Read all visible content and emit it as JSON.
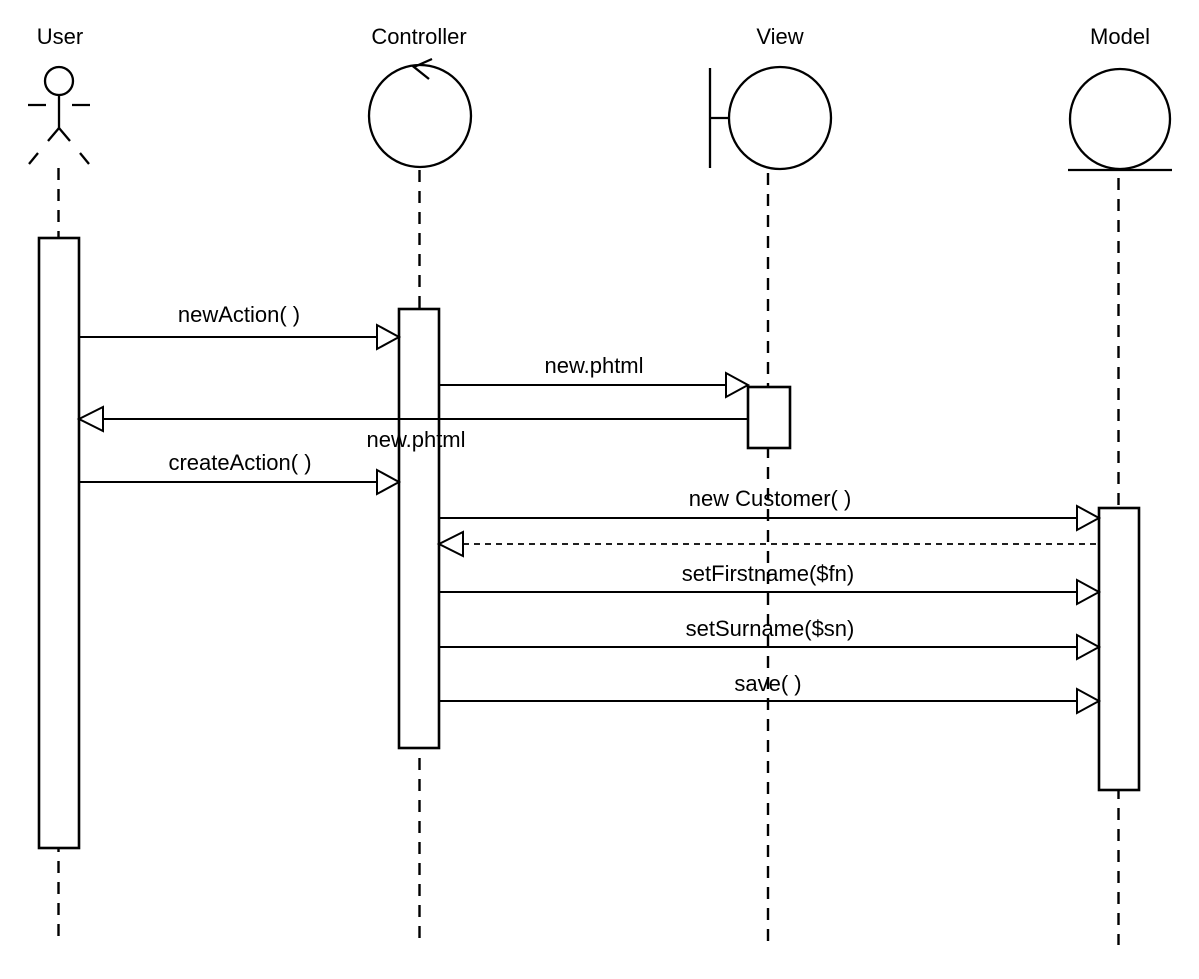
{
  "diagram": {
    "type": "uml-sequence-diagram",
    "colors": {
      "stroke": "#000000",
      "background": "#ffffff",
      "activation_fill": "#ffffff"
    },
    "participants": [
      {
        "name": "User",
        "icon": "actor-icon"
      },
      {
        "name": "Controller",
        "icon": "control-icon"
      },
      {
        "name": "View",
        "icon": "boundary-icon"
      },
      {
        "name": "Model",
        "icon": "entity-icon"
      }
    ],
    "messages": [
      {
        "label": "newAction( )",
        "from": "User",
        "to": "Controller",
        "line": "solid",
        "arrowhead": "open-triangle"
      },
      {
        "label": "new.phtml",
        "from": "Controller",
        "to": "View",
        "line": "solid",
        "arrowhead": "open-triangle"
      },
      {
        "label": "new.phtml",
        "from": "View",
        "to": "User",
        "line": "solid",
        "arrowhead": "open-triangle"
      },
      {
        "label": "createAction( )",
        "from": "User",
        "to": "Controller",
        "line": "solid",
        "arrowhead": "open-triangle"
      },
      {
        "label": "new Customer( )",
        "from": "Controller",
        "to": "Model",
        "line": "solid",
        "arrowhead": "open-triangle"
      },
      {
        "label": "",
        "from": "Model",
        "to": "Controller",
        "line": "dashed",
        "arrowhead": "open-triangle"
      },
      {
        "label": "setFirstname($fn)",
        "from": "Controller",
        "to": "Model",
        "line": "solid",
        "arrowhead": "open-triangle"
      },
      {
        "label": "setSurname($sn)",
        "from": "Controller",
        "to": "Model",
        "line": "solid",
        "arrowhead": "open-triangle"
      },
      {
        "label": "save( )",
        "from": "Controller",
        "to": "Model",
        "line": "solid",
        "arrowhead": "open-triangle"
      }
    ]
  }
}
